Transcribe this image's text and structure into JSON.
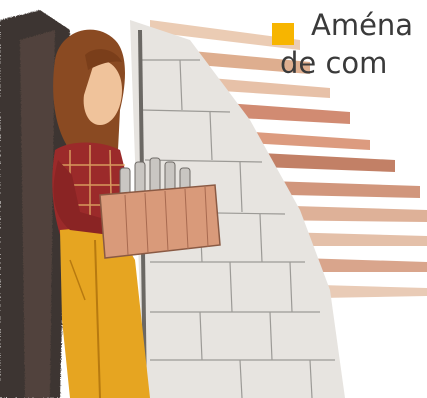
{
  "caption": {
    "line1": "Aména",
    "line2": "de com"
  },
  "colors": {
    "bullet": "#f7b500",
    "text": "#3a3a3a",
    "wall_stone": "#d9d6d2",
    "wood_stripes": "#b8694a",
    "shirt": "#9b2a2a",
    "overalls": "#e6a521",
    "hair": "#8a4a22",
    "skin": "#f0c39b",
    "crate": "#d99a7a"
  },
  "illustration": {
    "subject": "woman-carrying-crate-of-bottles"
  }
}
